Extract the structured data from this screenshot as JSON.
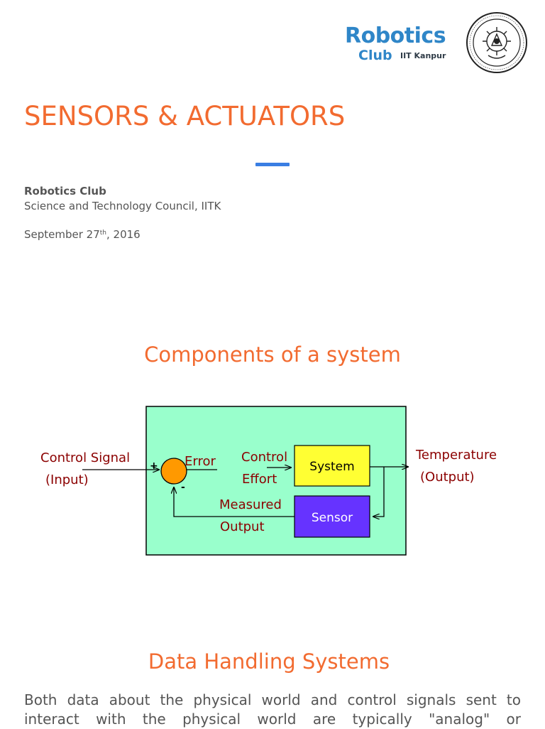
{
  "slide1": {
    "logo": {
      "name_word": "Robotics",
      "club_word": "Club",
      "institute_tag": "IIT Kanpur",
      "seal_ring_text": "INDIAN INSTITUTE OF TECHNOLOGY KANPUR"
    },
    "title": "SENSORS & ACTUATORS",
    "org_name": "Robotics Club",
    "org_sub": "Science and Technology Council, IITK",
    "date": {
      "prefix": "September 27",
      "suffix": "th",
      "year": ", 2016"
    },
    "colors": {
      "title": "#f26b30",
      "rule": "#3a7ee3",
      "logo_blue": "#2f86c8",
      "body_text": "#555555"
    }
  },
  "slide2": {
    "title": "Components of a system",
    "diagram": {
      "input_label_line1": "Control Signal",
      "input_label_line2": "(Input)",
      "plus_sign": "+",
      "minus_sign": "-",
      "error_label": "Error",
      "effort_label_line1": "Control",
      "effort_label_line2": "Effort",
      "system_block": "System",
      "sensor_block": "Sensor",
      "measured_label_line1": "Measured",
      "measured_label_line2": "Output",
      "output_label_line1": "Temperature",
      "output_label_line2": "(Output)",
      "colors": {
        "panel": "#99ffcc",
        "system_block": "#ffff33",
        "sensor_block": "#6633ff",
        "summing_junction": "#ff9900",
        "signal_labels": "#8b0000"
      }
    }
  },
  "slide3": {
    "title": "Data Handling Systems",
    "body_line1": "Both data about the physical world and control signals sent to",
    "body_line2": "interact with the physical world are typically \"analog\" or"
  }
}
